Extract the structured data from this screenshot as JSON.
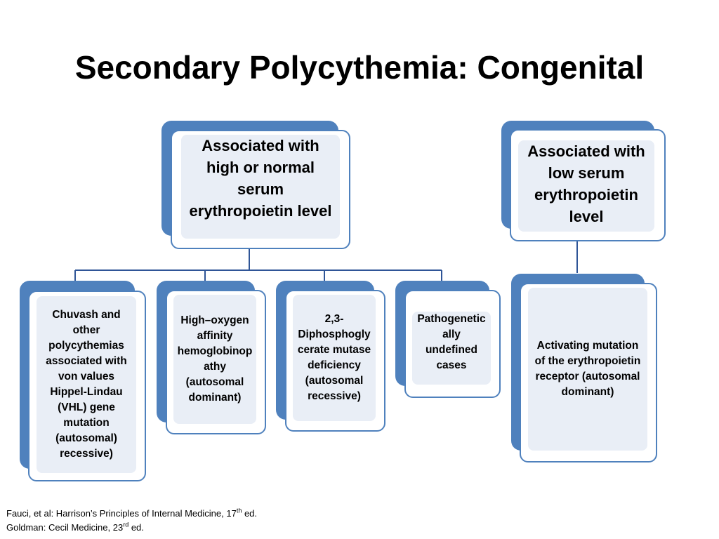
{
  "slide": {
    "title": "Secondary Polycythemia: Congenital"
  },
  "colors": {
    "box_back": "#4f81bd",
    "box_border": "#4f81bd",
    "box_inner": "#e9eef6",
    "connector": "#2f5597"
  },
  "diagram": {
    "root_left": {
      "label": "Associated with high or normal serum erythropoietin level"
    },
    "root_right": {
      "label": "Associated with low serum erythropoietin level"
    },
    "children_left": [
      {
        "label": "Chuvash and other polycythemias associated with von values Hippel-Lindau (VHL) gene mutation (autosomal) recessive)"
      },
      {
        "label": "High–oxygen affinity hemoglobinop athy (autosomal dominant)"
      },
      {
        "label": "2,3-Diphosphogly cerate mutase deficiency (autosomal recessive)"
      },
      {
        "label": "Pathogenetic ally undefined cases"
      }
    ],
    "child_right": {
      "label": "Activating mutation of the erythropoietin receptor (autosomal dominant)"
    }
  },
  "footer": {
    "line1_text": "Fauci, et al:  Harrison’s Principles of Internal Medicine, 17",
    "line1_sup": "th",
    "line1_end": " ed.",
    "line2_text": "Goldman:  Cecil Medicine, 23",
    "line2_sup": "rd",
    "line2_end": " ed."
  }
}
